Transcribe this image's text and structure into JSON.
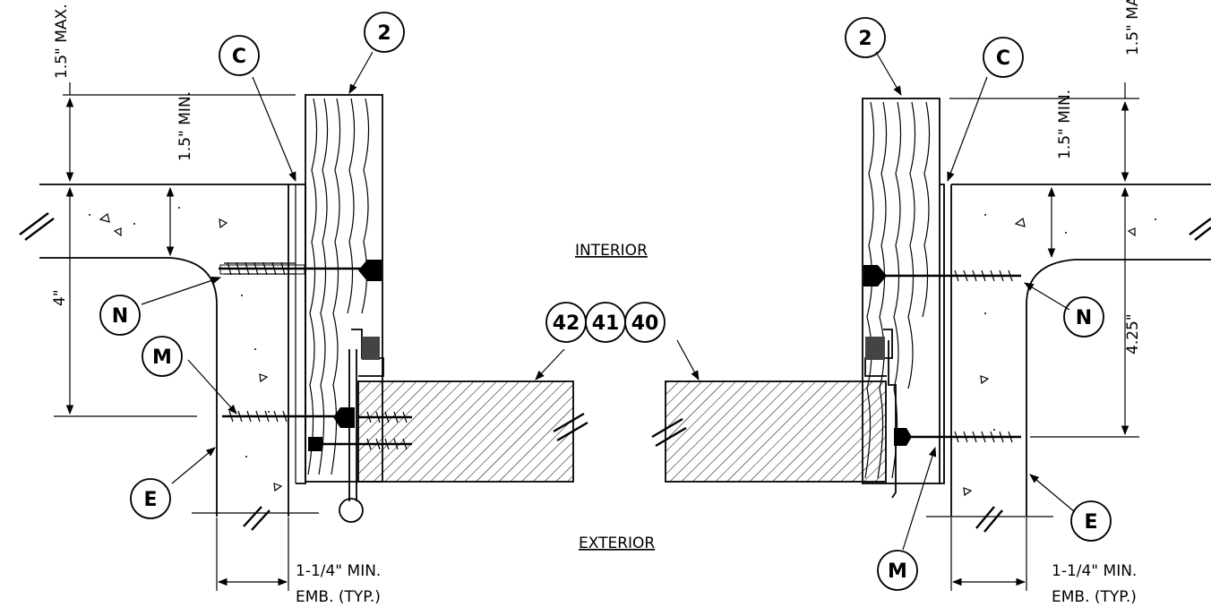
{
  "labels": {
    "interior": "INTERIOR",
    "exterior": "EXTERIOR"
  },
  "dimensions": {
    "left_max": "1.5\" MAX.",
    "left_min": "1.5\" MIN.",
    "left_depth": "4\"",
    "left_emb_1": "1-1/4\" MIN.",
    "left_emb_2": "EMB. (TYP.)",
    "right_max": "1.5\" MA",
    "right_min": "1.5\" MIN.",
    "right_depth": "4.25\"",
    "right_emb_1": "1-1/4\" MIN.",
    "right_emb_2": "EMB. (TYP.)"
  },
  "callouts": {
    "c_left": "C",
    "two_left": "2",
    "n_left": "N",
    "m_left": "M",
    "e_left": "E",
    "c42": "42",
    "c41": "41",
    "c40": "40",
    "two_right": "2",
    "c_right": "C",
    "n_right": "N",
    "m_right": "M",
    "e_right": "E"
  }
}
